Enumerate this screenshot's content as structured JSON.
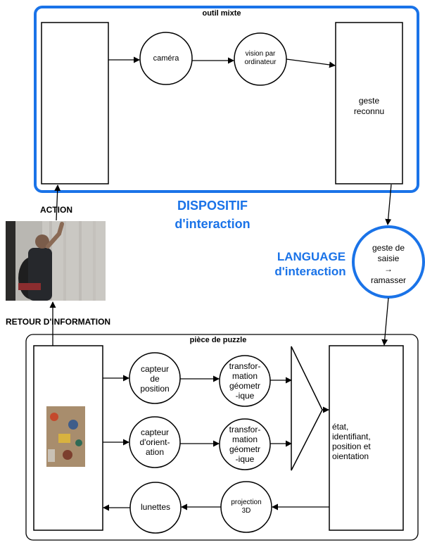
{
  "top_panel": {
    "title": "outil mixte",
    "camera": "caméra",
    "vision": "vision par\nordinateur",
    "recognized": "geste\nreconnu"
  },
  "labels": {
    "action": "ACTION",
    "feedback": "RETOUR D'INFORMATION",
    "device_line1": "DISPOSITIF",
    "device_line2": "d'interaction",
    "language_line1": "LANGUAGE",
    "language_line2": "d'interaction"
  },
  "gesture_circle": {
    "line1": "geste de",
    "line2": "saisie",
    "arrow": "→",
    "line3": "ramasser"
  },
  "bottom_panel": {
    "title": "pièce de puzzle",
    "pos_sensor": "capteur\nde\nposition",
    "orient_sensor": "capteur\nd'orient-\nation",
    "transform1": "transfor-\nmation\ngéometr\n-ique",
    "transform2": "transfor-\nmation\ngéometr\n-ique",
    "state": "état,\nidentifiant,\nposition et\noientation",
    "projection": "projection\n3D",
    "glasses": "lunettes"
  },
  "colors": {
    "accent_blue": "#1a73e8",
    "photo_bg": "#b9b7b2"
  }
}
